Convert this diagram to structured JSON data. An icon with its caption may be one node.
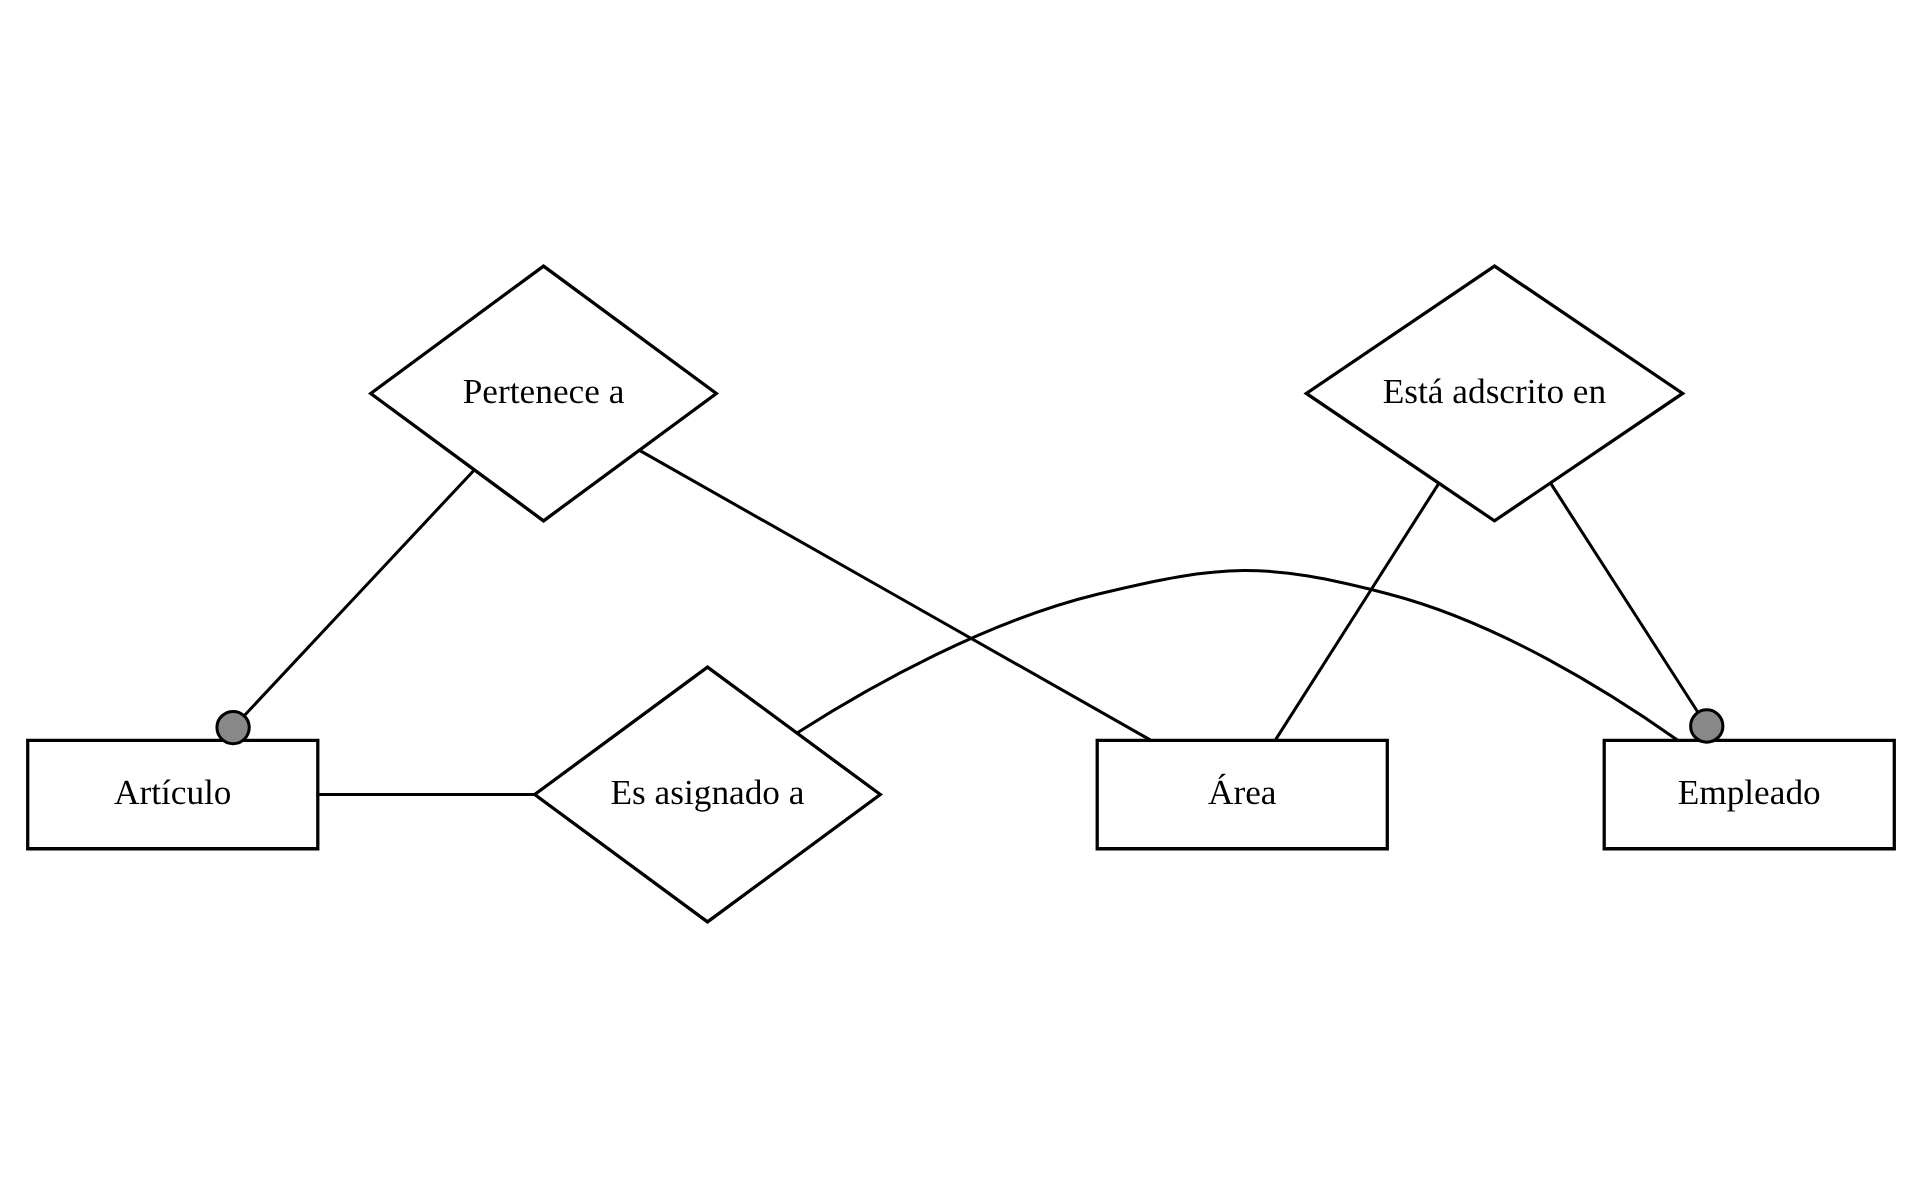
{
  "diagram": {
    "nodes": [
      {
        "text": [
          "Artículo"
        ]
      },
      {
        "text": [
          "Es asignado a"
        ]
      },
      {
        "text": [
          "Empleado"
        ]
      },
      {
        "text": [
          "Pertenece a"
        ]
      },
      {
        "text": [
          "Está adscrito en"
        ]
      },
      {
        "text": [
          "Área"
        ]
      }
    ],
    "edges": [
      {
        "from": 0,
        "to": 1,
        "arrow": "none"
      },
      {
        "from": 1,
        "to": 2,
        "arrow": "none"
      },
      {
        "from": 3,
        "to": 0,
        "arrow": "other"
      },
      {
        "from": 3,
        "to": 5,
        "arrow": "none"
      },
      {
        "from": 4,
        "to": 2,
        "arrow": "other"
      },
      {
        "from": 4,
        "to": 5,
        "arrow": "none"
      }
    ]
  }
}
